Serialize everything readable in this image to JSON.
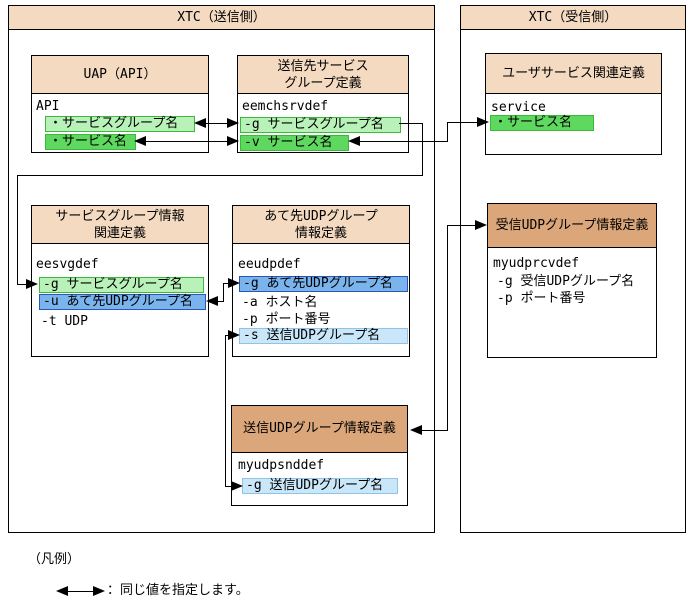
{
  "colors": {
    "header_tan": "#F3DAC1",
    "header_brown": "#DBA77A",
    "highlight_green_light": "#B9F2B9",
    "highlight_green": "#5FD85F",
    "highlight_blue": "#7AB4EC",
    "highlight_blue_light": "#CAE7FA",
    "line_black": "#000000"
  },
  "panels": {
    "sender": {
      "title": "XTC（送信側）"
    },
    "receiver": {
      "title": "XTC（受信側）"
    }
  },
  "boxes": {
    "uap": {
      "title": "UAP（API）",
      "command": "API",
      "field_service_group": "・サービスグループ名",
      "field_service": "・サービス名"
    },
    "dest_service_group_def": {
      "title_line1": "送信先サービス",
      "title_line2": "グループ定義",
      "command": "eemchsrvdef",
      "field_g": "-g サービスグループ名",
      "field_v": "-v サービス名"
    },
    "user_service_def": {
      "title": "ユーザサービス関連定義",
      "command": "service",
      "field_service": "・サービス名"
    },
    "service_group_info_def": {
      "title_line1": "サービスグループ情報",
      "title_line2": "関連定義",
      "command": "eesvgdef",
      "field_g": "-g サービスグループ名",
      "field_u": "-u あて先UDPグループ名",
      "field_t": "-t UDP"
    },
    "dest_udp_group_info_def": {
      "title_line1": "あて先UDPグループ",
      "title_line2": "情報定義",
      "command": "eeudpdef",
      "field_g": "-g あて先UDPグループ名",
      "field_a": "-a ホスト名",
      "field_p": "-p ポート番号",
      "field_s": "-s 送信UDPグループ名"
    },
    "recv_udp_group_info_def": {
      "title": "受信UDPグループ情報定義",
      "command": "myudprcvdef",
      "field_g": "-g 受信UDPグループ名",
      "field_p": "-p ポート番号"
    },
    "send_udp_group_info_def": {
      "title": "送信UDPグループ情報定義",
      "command": "myudpsnddef",
      "field_g": "-g 送信UDPグループ名"
    }
  },
  "legend": {
    "heading": "（凡例）",
    "text": "：同じ値を指定します。"
  }
}
